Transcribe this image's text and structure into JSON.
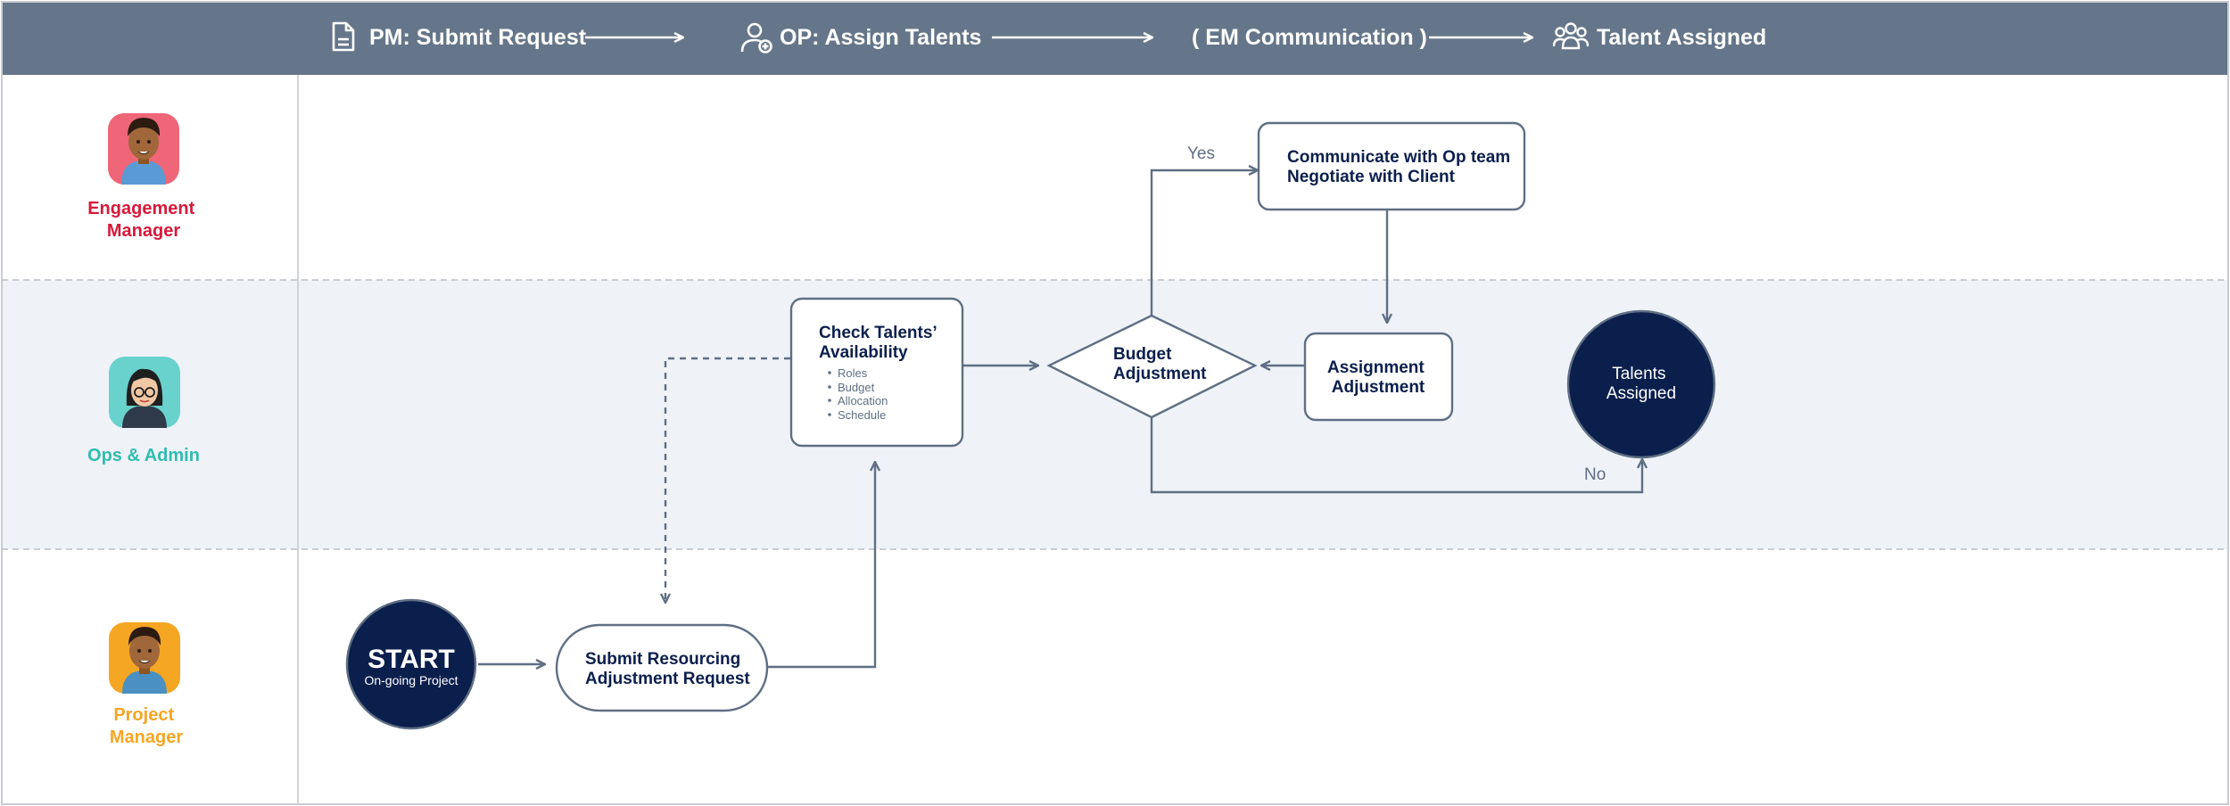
{
  "header": {
    "steps": [
      "PM: Submit Request",
      "OP: Assign Talents",
      "( EM Communication )",
      "Talent Assigned"
    ],
    "background": "#65768a"
  },
  "lanes": [
    {
      "title_lines": [
        "Engagement",
        "Manager"
      ],
      "color": "#d7193a"
    },
    {
      "title_lines": [
        "Ops & Admin"
      ],
      "color": "#2fbcb0"
    },
    {
      "title_lines": [
        "Project",
        "Manager"
      ],
      "color": "#f5a623"
    }
  ],
  "nodes": {
    "start": {
      "title": "START",
      "subtitle": "On-going Project"
    },
    "submit": {
      "lines": [
        "Submit Resourcing",
        "Adjustment Request"
      ]
    },
    "check": {
      "lines": [
        "Check Talents’",
        "Availability"
      ],
      "bullets": [
        "Roles",
        "Budget",
        "Allocation",
        "Schedule"
      ]
    },
    "budget": {
      "lines": [
        "Budget",
        "Adjustment"
      ]
    },
    "communicate": {
      "lines": [
        "Communicate with Op team",
        "Negotiate with Client"
      ]
    },
    "assignment": {
      "lines": [
        "Assignment",
        "Adjustment"
      ]
    },
    "talents": {
      "lines": [
        "Talents",
        "Assigned"
      ]
    }
  },
  "edge_labels": {
    "yes": "Yes",
    "no": "No"
  },
  "colors": {
    "navy": "#0b1f4d",
    "line": "#5f6f84",
    "lane_alt": "#eff3f8",
    "border": "#c8ccd2"
  }
}
